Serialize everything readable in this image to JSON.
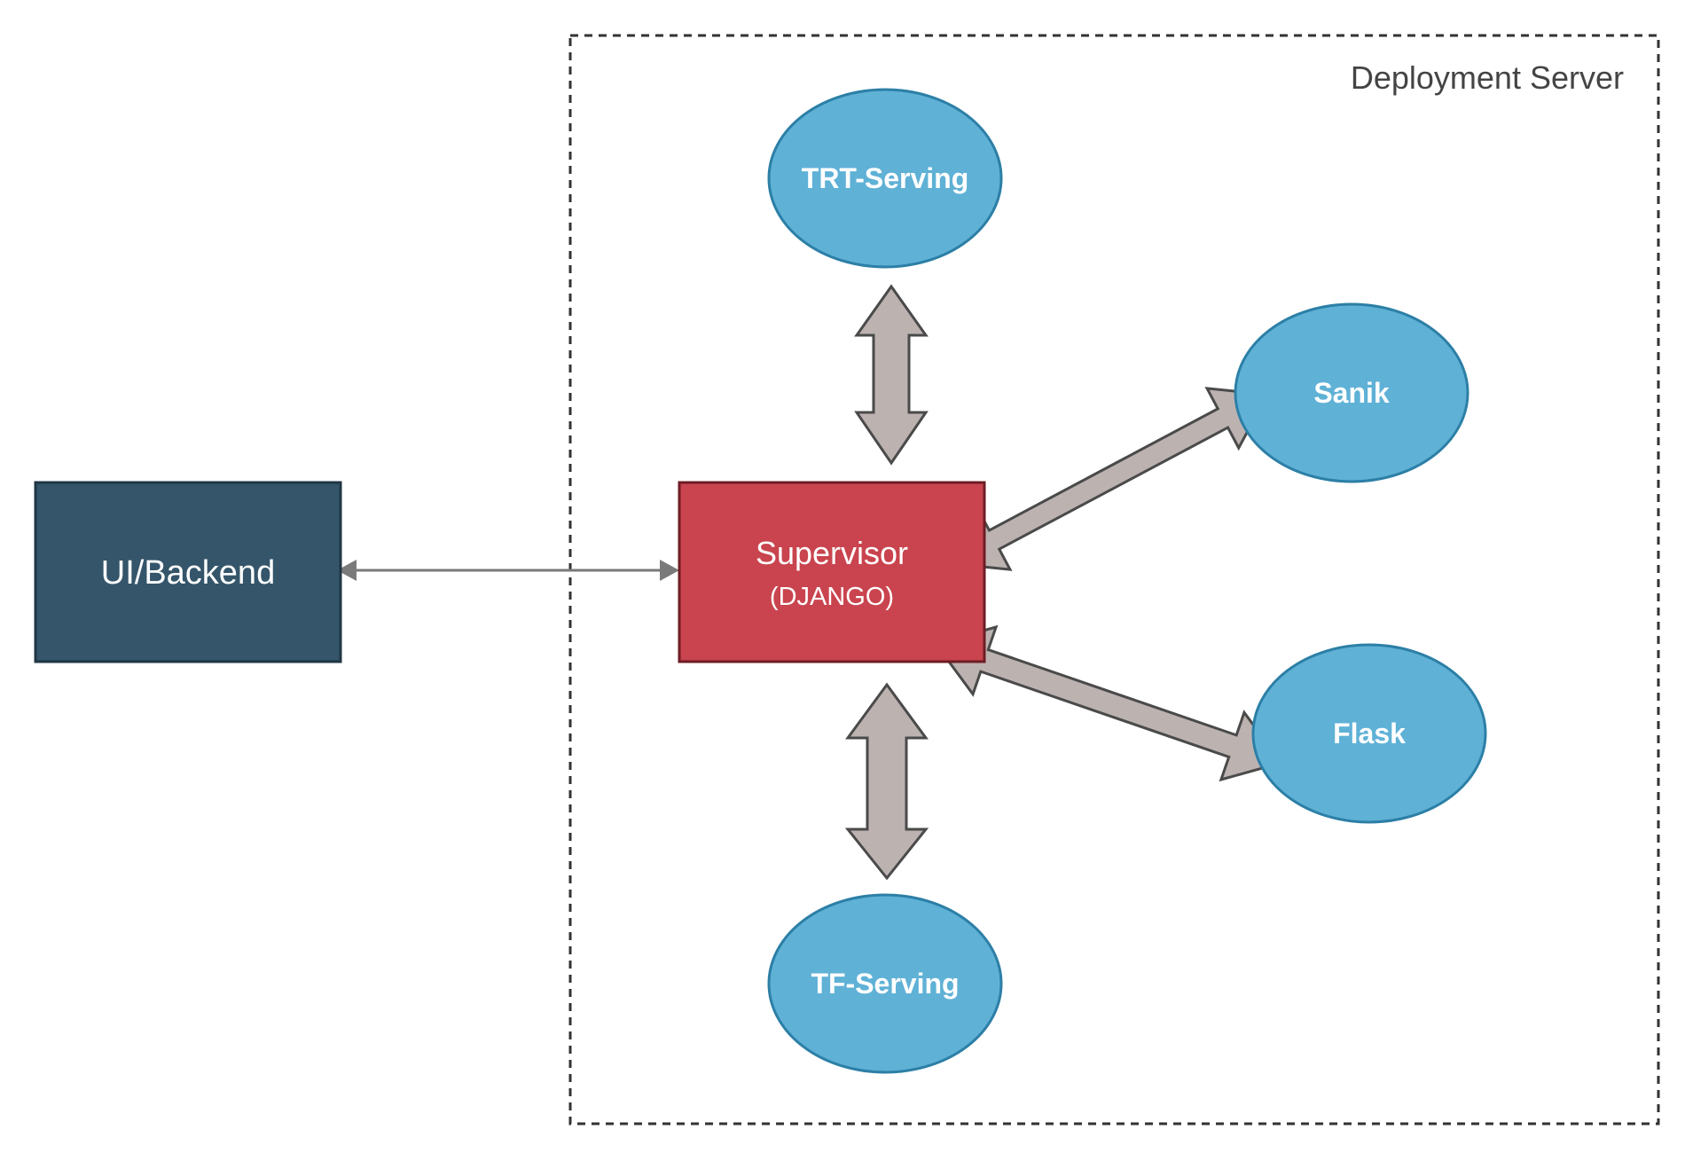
{
  "diagram": {
    "container": {
      "label": "Deployment Server"
    },
    "nodes": {
      "ui_backend": {
        "label": "UI/Backend"
      },
      "supervisor": {
        "label": "Supervisor",
        "sublabel": "(DJANGO)"
      },
      "trt_serving": {
        "label": "TRT-Serving"
      },
      "sanik": {
        "label": "Sanik"
      },
      "flask": {
        "label": "Flask"
      },
      "tf_serving": {
        "label": "TF-Serving"
      }
    },
    "edges": [
      {
        "from": "UI/Backend",
        "to": "Supervisor",
        "style": "thin-double-arrow"
      },
      {
        "from": "Supervisor",
        "to": "TRT-Serving",
        "style": "block-double-arrow"
      },
      {
        "from": "Supervisor",
        "to": "Sanik",
        "style": "block-double-arrow"
      },
      {
        "from": "Supervisor",
        "to": "Flask",
        "style": "block-double-arrow"
      },
      {
        "from": "Supervisor",
        "to": "TF-Serving",
        "style": "block-double-arrow"
      }
    ]
  },
  "colors": {
    "ui_backend_fill": "#34556a",
    "ui_backend_stroke": "#1f3645",
    "supervisor_fill": "#c9444e",
    "supervisor_stroke": "#6e1d24",
    "service_fill": "#5fb1d6",
    "service_stroke": "#2c7fa6",
    "arrow_fill": "#bcb3b1",
    "arrow_stroke": "#4a4a4a",
    "container_stroke": "#333333",
    "label_text": "#ffffff",
    "container_text": "#444444"
  }
}
